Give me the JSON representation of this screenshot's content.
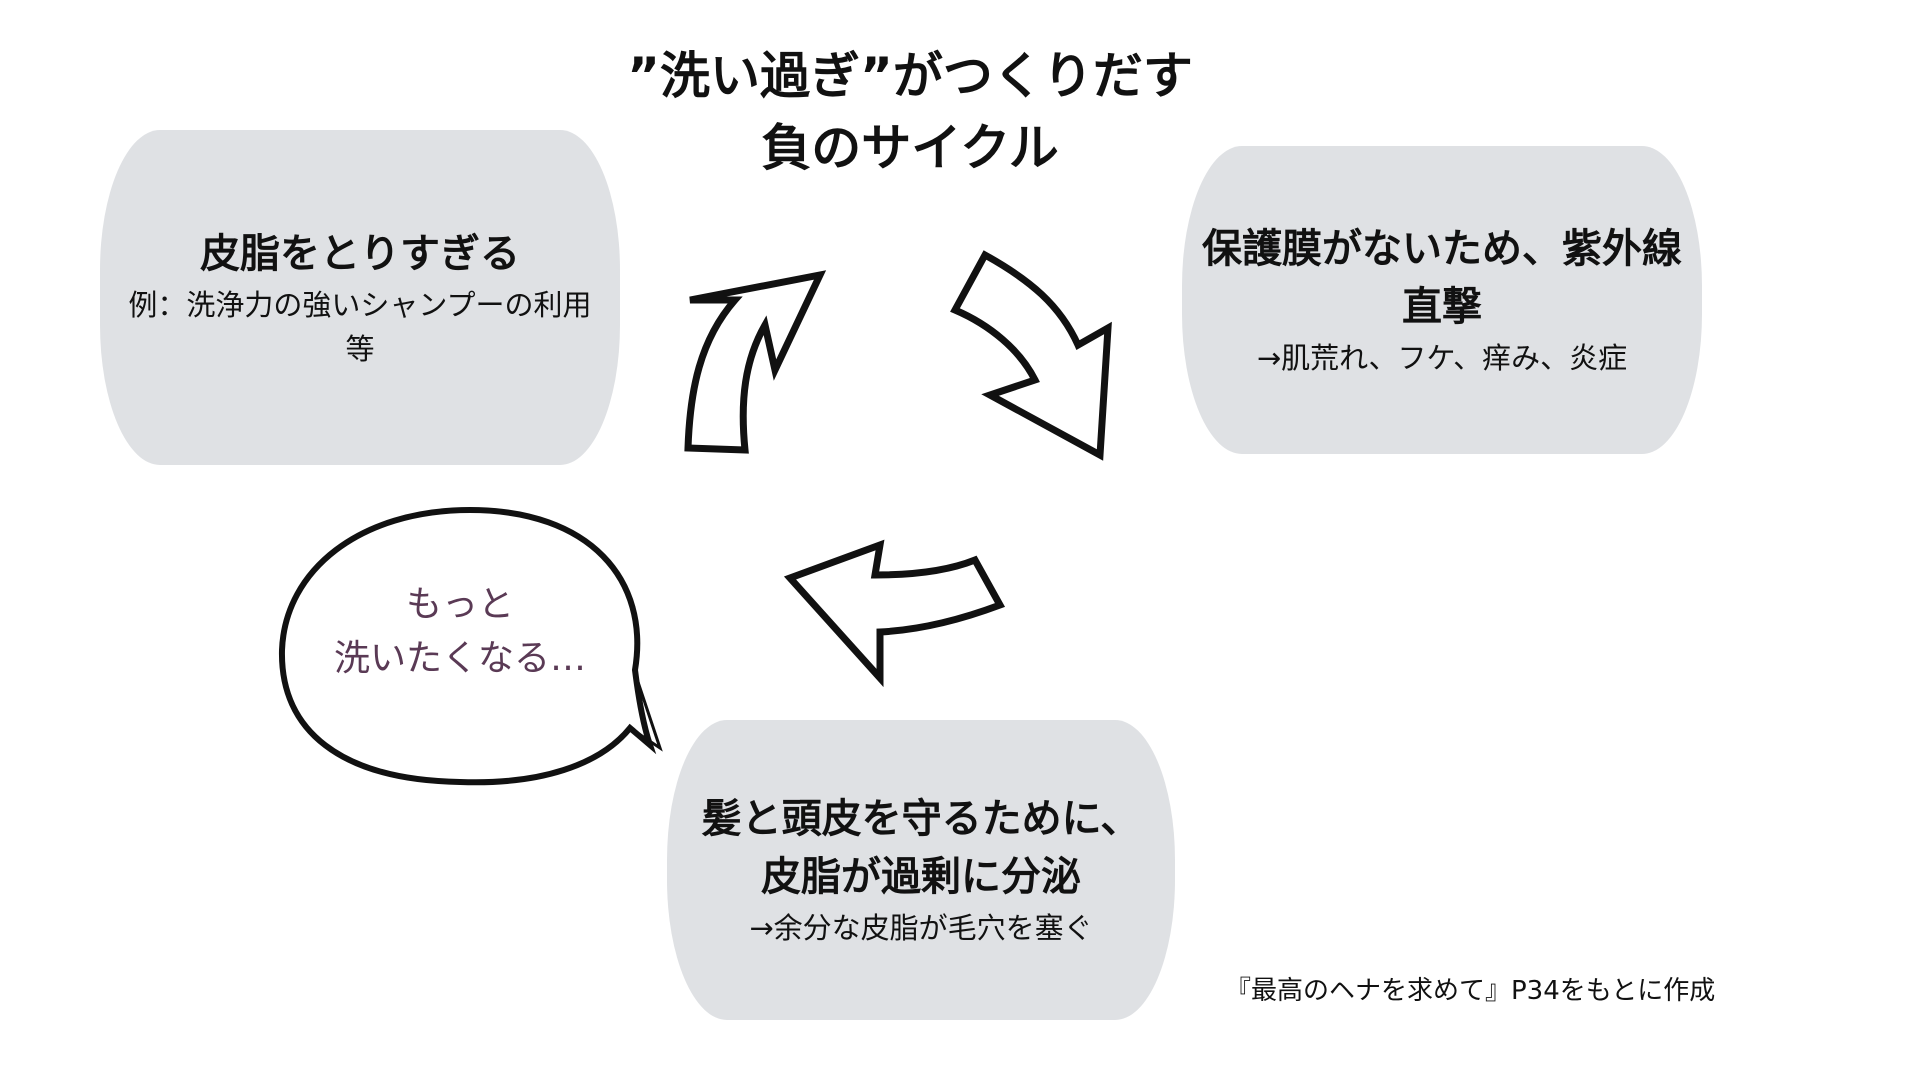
{
  "title": {
    "line1": "”洗い過ぎ”がつくりだす",
    "line2": "負のサイクル"
  },
  "boxes": [
    {
      "heading": "皮脂をとりすぎる",
      "sub": "例：洗浄力の強いシャンプーの利用等"
    },
    {
      "heading": "保護膜がないため、紫外線直撃",
      "sub": "→肌荒れ、フケ、痒み、炎症"
    },
    {
      "heading_line1": "髪と頭皮を守るために、",
      "heading_line2": "皮脂が過剰に分泌",
      "sub": "→余分な皮脂が毛穴を塞ぐ"
    }
  ],
  "bubble": {
    "line1": "もっと",
    "line2": "洗いたくなる…",
    "color": "#5a3a55"
  },
  "source": "『最高のヘナを求めて』P34をもとに作成",
  "colors": {
    "box": "#dfe1e4",
    "arrow_stroke": "#111111"
  }
}
